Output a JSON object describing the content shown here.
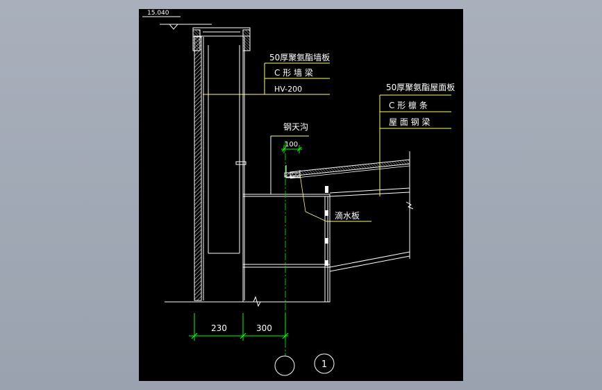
{
  "drawing": {
    "elevation_label": "15.040",
    "labels": {
      "wall_panel": "50厚聚氨酯墙板",
      "wall_purlin": "C 形 墙 梁",
      "wall_beam": "HV-200",
      "roof_panel": "50厚聚氨酯屋面板",
      "roof_purlin": "C 形 檩 条",
      "roof_beam": "屋 面 钢 梁",
      "gutter": "钢天沟",
      "gutter_width": "100",
      "drip_plate": "滴水板"
    },
    "dimensions": {
      "dim_wall": "230",
      "dim_offset": "300"
    },
    "axis_bubbles": {
      "left": "",
      "right": "1"
    },
    "colors": {
      "background": "#000000",
      "structure": "#ffffff",
      "annotation": "#ffff66",
      "dimension": "#00ff00",
      "centerline": "#00cc00",
      "panel_hatch": "#ffffff"
    }
  }
}
